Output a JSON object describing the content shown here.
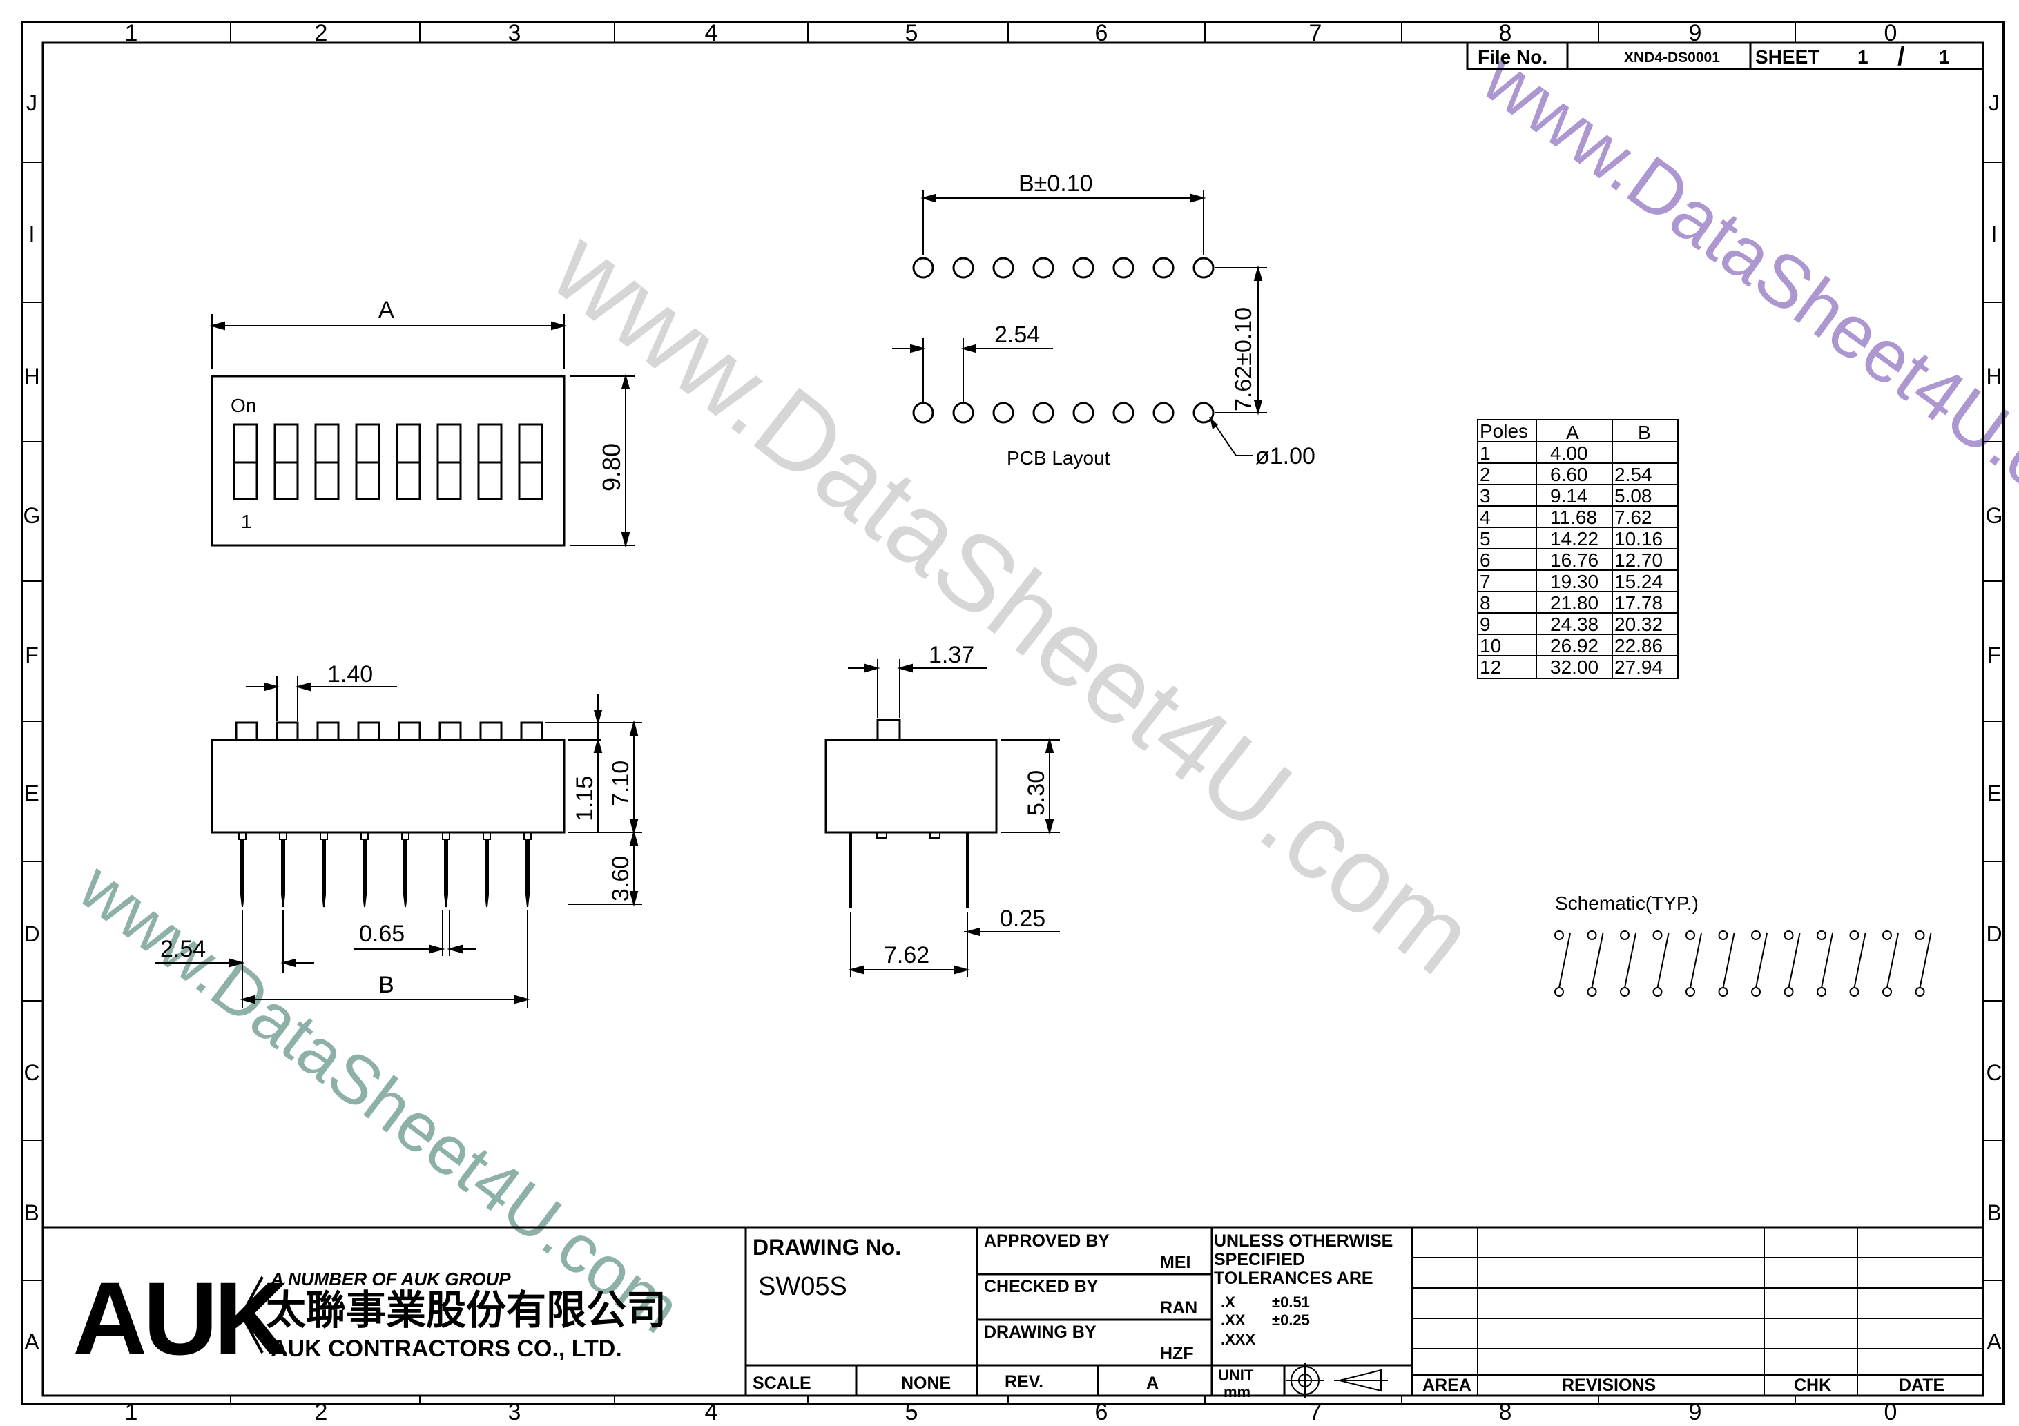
{
  "border": {
    "columns_top": [
      "1",
      "2",
      "3",
      "4",
      "5",
      "6",
      "7",
      "8",
      "9",
      "0"
    ],
    "columns_bottom": [
      "1",
      "2",
      "3",
      "4",
      "5",
      "6",
      "7",
      "8",
      "9",
      "0"
    ],
    "rows": [
      "J",
      "I",
      "H",
      "G",
      "F",
      "E",
      "D",
      "C",
      "B",
      "A"
    ]
  },
  "header": {
    "file_label": "File No.",
    "file_value": "XND4-DS0001",
    "sheet_label": "SHEET",
    "sheet_current": "1",
    "sheet_sep": "/",
    "sheet_total": "1"
  },
  "top_view": {
    "dim_a": "A",
    "dim_height": "9.80",
    "on_label": "On",
    "pin1_label": "1"
  },
  "pcb": {
    "dim_b": "B±0.10",
    "dim_pitch": "2.54",
    "dim_row": "7.62±0.10",
    "dim_hole": "ø1.00",
    "caption": "PCB Layout"
  },
  "front_view": {
    "dim_actuator": "1.40",
    "dim_115": "1.15",
    "dim_710": "7.10",
    "dim_360": "3.60",
    "dim_254": "2.54",
    "dim_065": "0.65",
    "dim_b": "B"
  },
  "side_view": {
    "dim_137": "1.37",
    "dim_530": "5.30",
    "dim_025": "0.25",
    "dim_762": "7.62"
  },
  "poles_table": {
    "headers": [
      "Poles",
      "A",
      "B"
    ],
    "rows": [
      [
        "1",
        "4.00",
        ""
      ],
      [
        "2",
        "6.60",
        "2.54"
      ],
      [
        "3",
        "9.14",
        "5.08"
      ],
      [
        "4",
        "11.68",
        "7.62"
      ],
      [
        "5",
        "14.22",
        "10.16"
      ],
      [
        "6",
        "16.76",
        "12.70"
      ],
      [
        "7",
        "19.30",
        "15.24"
      ],
      [
        "8",
        "21.80",
        "17.78"
      ],
      [
        "9",
        "24.38",
        "20.32"
      ],
      [
        "10",
        "26.92",
        "22.86"
      ],
      [
        "12",
        "32.00",
        "27.94"
      ]
    ]
  },
  "schematic": {
    "label": "Schematic(TYP.)"
  },
  "watermark": "www.DataSheet4U.com",
  "title_block": {
    "logo": "AUK",
    "group_line": "A NUMBER OF AUK GROUP",
    "company_cn": "太聯事業股份有限公司",
    "company_en": "AUK CONTRACTORS CO., LTD.",
    "drawing_no_label": "DRAWING No.",
    "drawing_no_value": "SW05S",
    "approved_label": "APPROVED BY",
    "approved_value": "MEI",
    "checked_label": "CHECKED BY",
    "checked_value": "RAN",
    "drawing_by_label": "DRAWING BY",
    "drawing_by_value": "HZF",
    "tol_line1": "UNLESS OTHERWISE",
    "tol_line2": "SPECIFIED",
    "tol_line3": "TOLERANCES ARE",
    "tol_x": ".X",
    "tol_x_val": "±0.51",
    "tol_xx": ".XX",
    "tol_xx_val": "±0.25",
    "tol_xxx": ".XXX",
    "scale_label": "SCALE",
    "scale_value": "NONE",
    "rev_label": "REV.",
    "rev_value": "A",
    "unit_label": "UNIT",
    "unit_value": "mm",
    "area_label": "AREA",
    "revisions_label": "REVISIONS",
    "chk_label": "CHK",
    "date_label": "DATE"
  }
}
